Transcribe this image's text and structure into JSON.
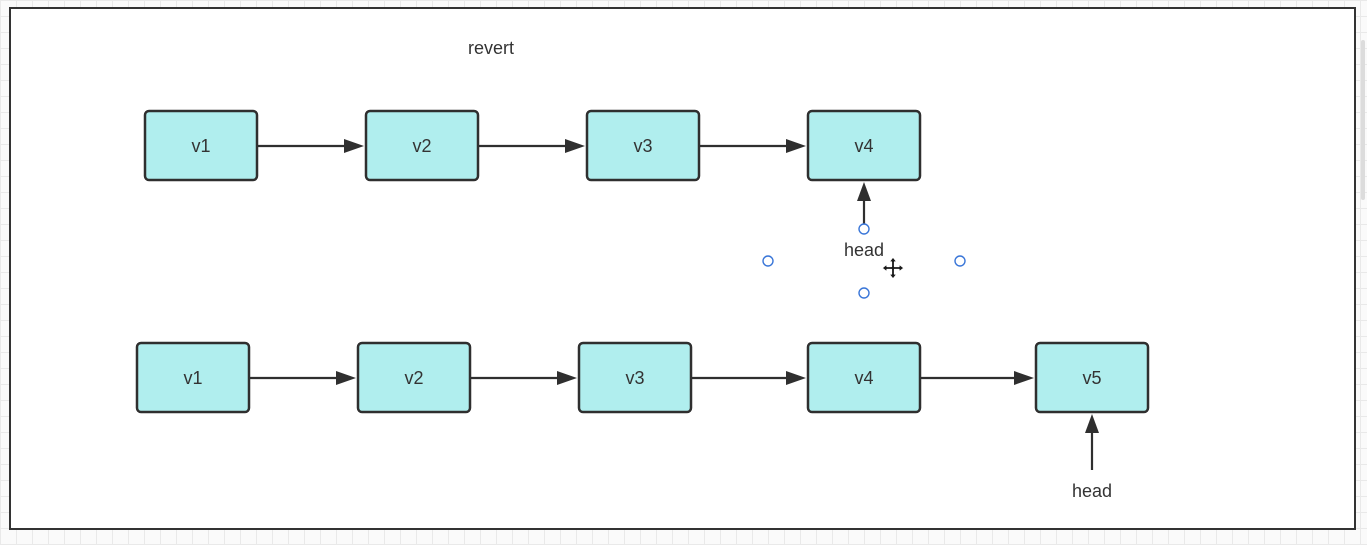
{
  "title": "revert",
  "top_list": {
    "nodes": [
      "v1",
      "v2",
      "v3",
      "v4"
    ],
    "head_label": "head",
    "head_points_to": "v4"
  },
  "bottom_list": {
    "nodes": [
      "v1",
      "v2",
      "v3",
      "v4",
      "v5"
    ],
    "head_label": "head",
    "head_points_to": "v5"
  },
  "selection": {
    "selected_element": "head",
    "cursor": "move-cursor-icon"
  },
  "colors": {
    "node_fill": "#b0eeee",
    "node_stroke": "#2f2f2f",
    "edge": "#2f2f2f",
    "handle": "#3a76d8"
  }
}
